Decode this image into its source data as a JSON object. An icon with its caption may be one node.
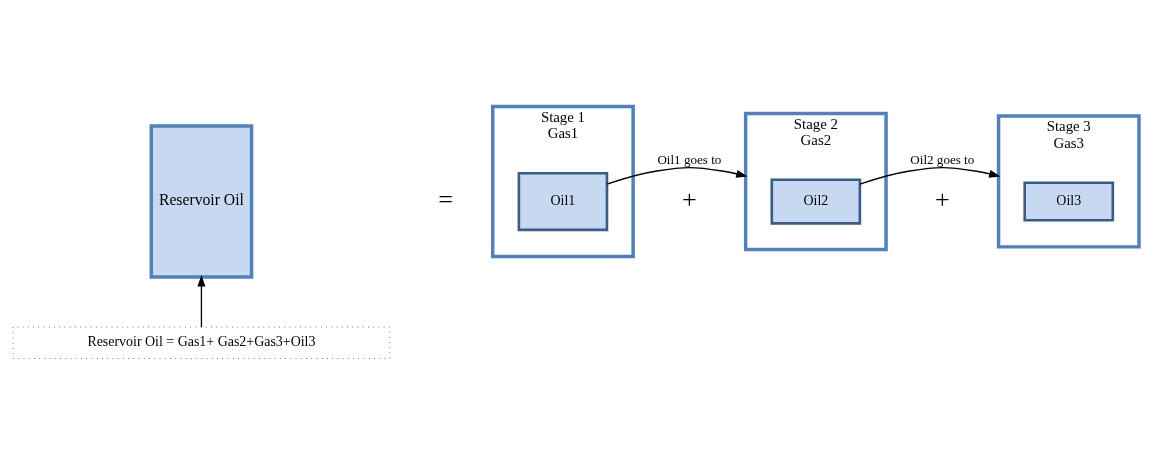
{
  "diagram": {
    "nodes": [
      {
        "text": [
          "Reservoir Oil"
        ]
      },
      {
        "text": [
          "Stage 1",
          "Gas1"
        ]
      },
      {
        "text": [
          "Oil1"
        ],
        "in": 1
      },
      {
        "text": [
          "Stage 2",
          "Gas2"
        ]
      },
      {
        "text": [
          "Oil2"
        ],
        "in": 3
      },
      {
        "text": [
          "Stage 3",
          "Gas3"
        ]
      },
      {
        "text": [
          "Oil3"
        ],
        "in": 5
      },
      {
        "text": [
          "Reservoir Oil = Gas1+ Gas2+Gas3+Oil3"
        ]
      }
    ],
    "edges": [
      {
        "from": 7,
        "to": 0,
        "arrow": "to"
      },
      {
        "from": 2,
        "to": 3,
        "arrow": "to",
        "label": "Oil1 goes to"
      },
      {
        "from": 4,
        "to": 5,
        "arrow": "to",
        "label": "Oil2 goes to"
      }
    ],
    "labels": [
      "=",
      "+",
      "+"
    ]
  }
}
